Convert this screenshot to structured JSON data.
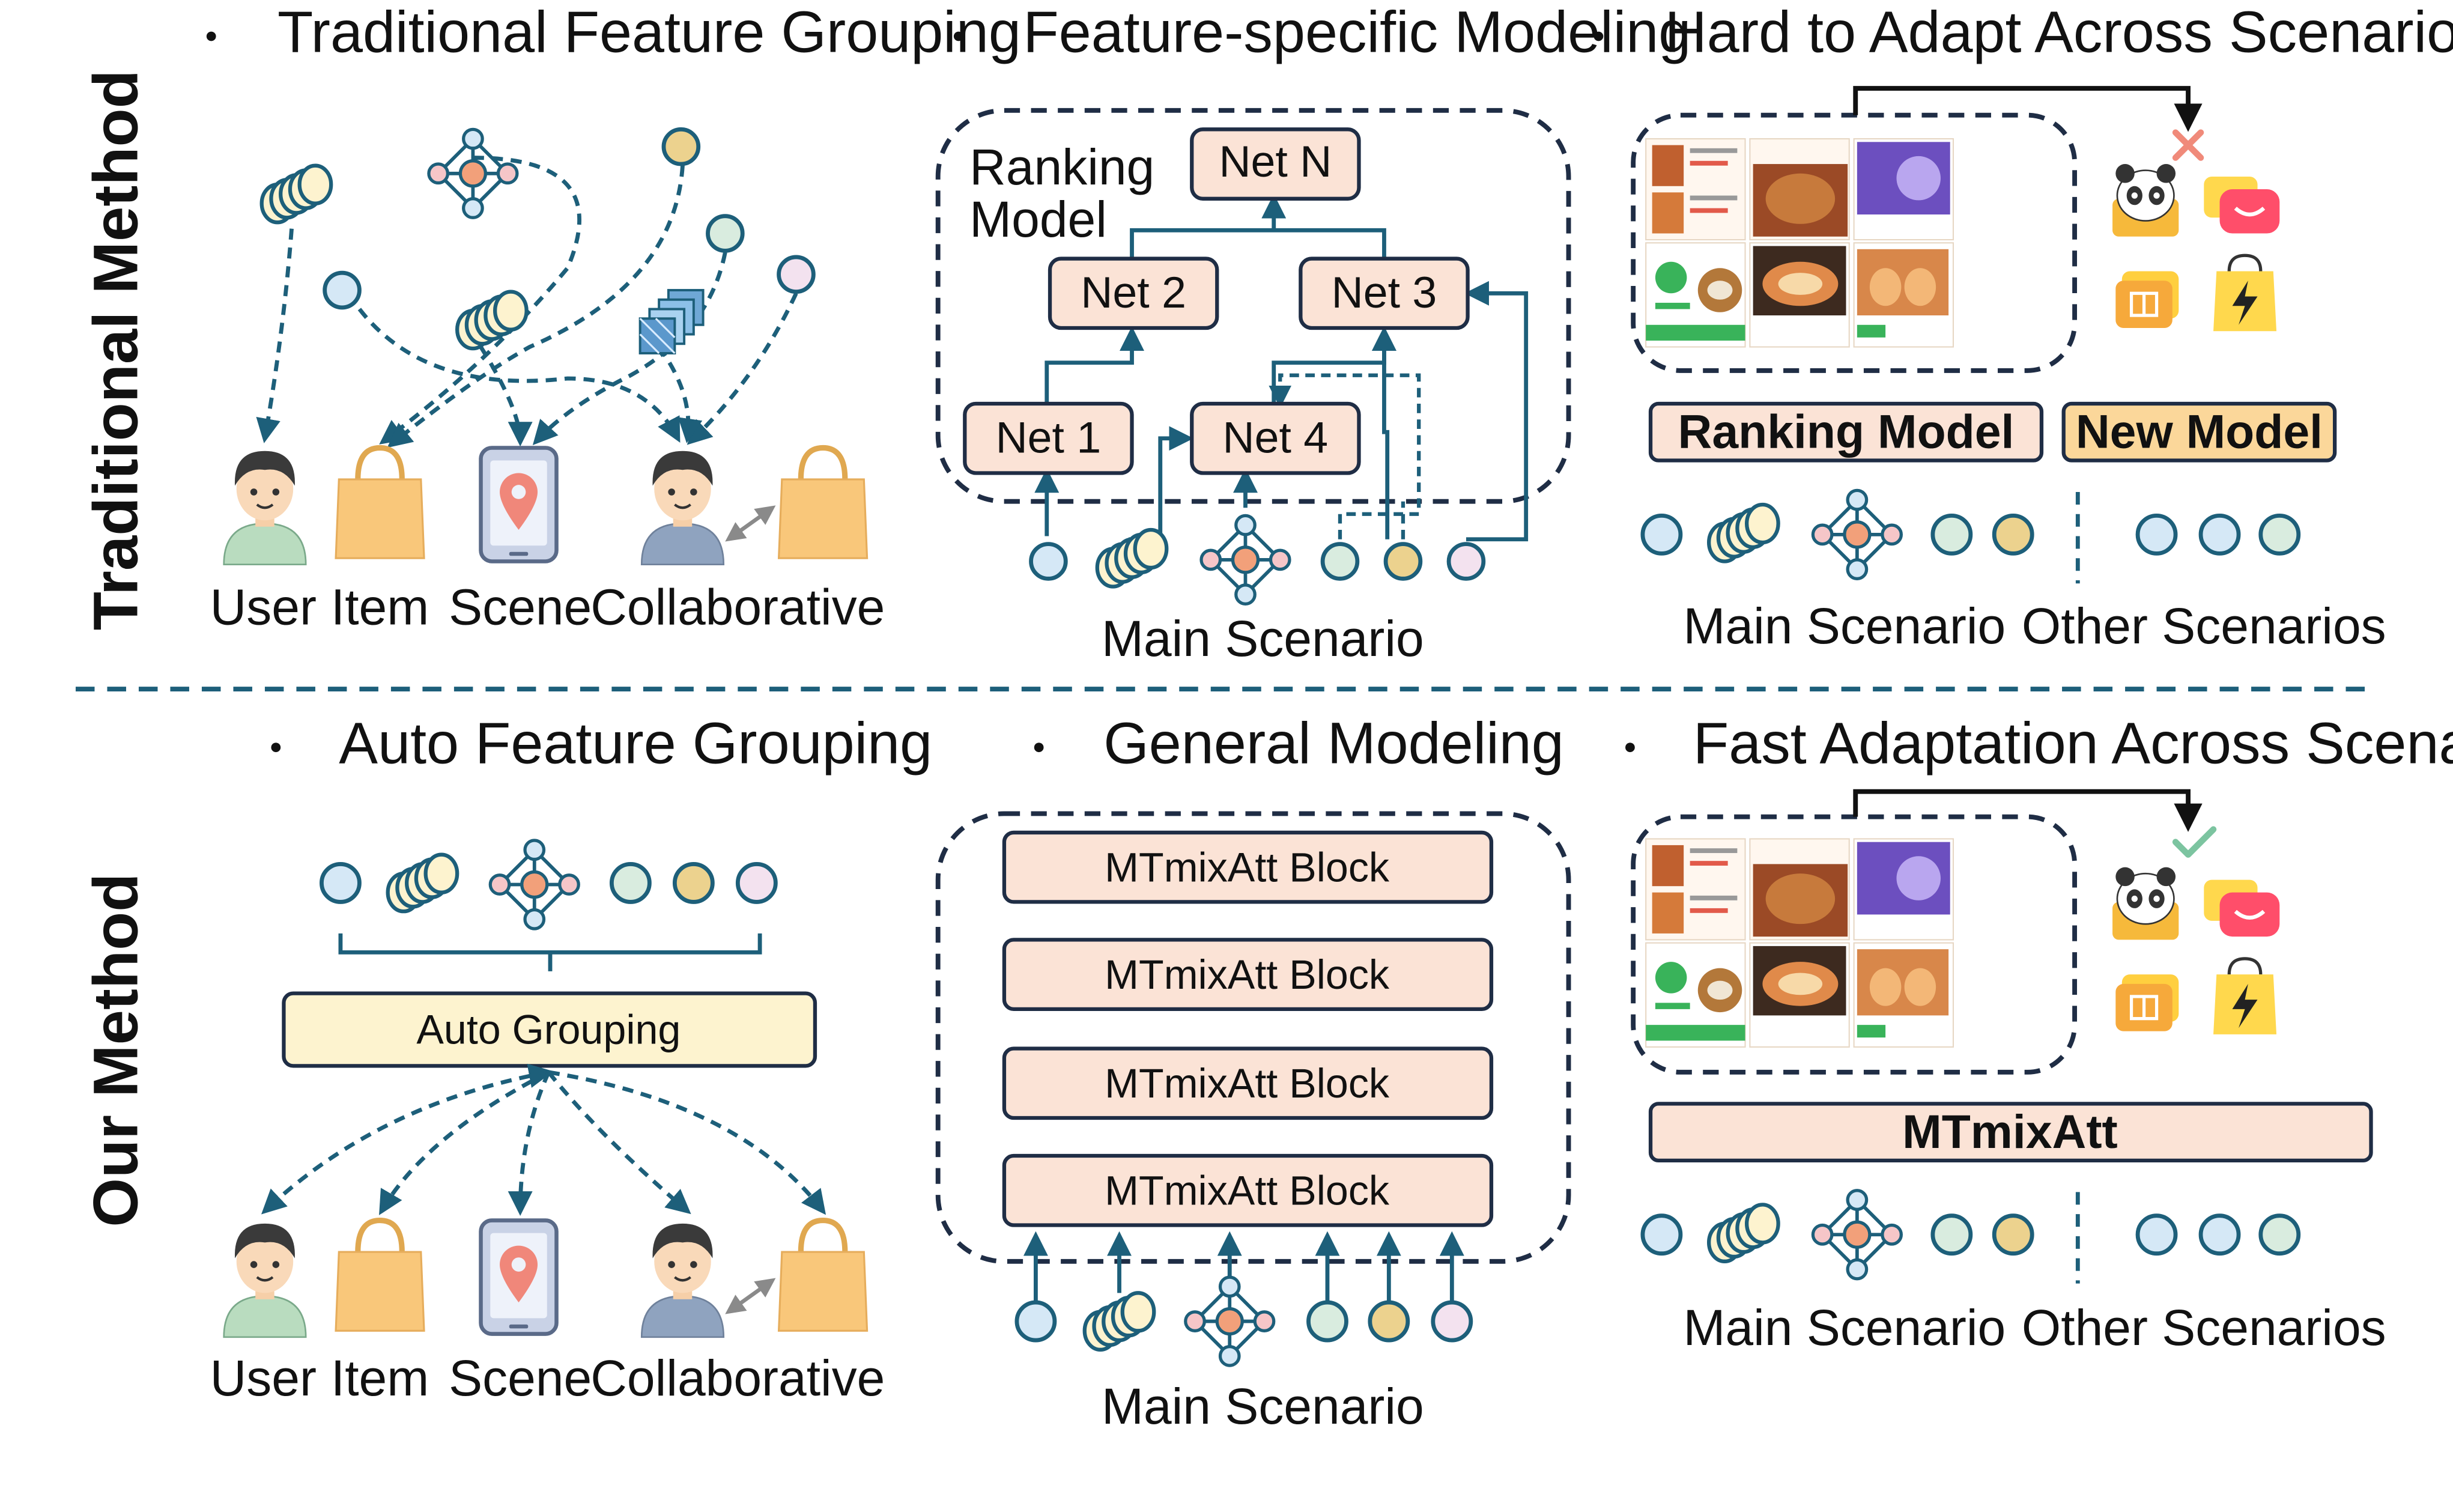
{
  "rows": {
    "traditional": "Traditional Method",
    "ours": "Our Method"
  },
  "traditional": {
    "col1": {
      "title": "Traditional Feature Grouping",
      "labels": [
        "User",
        "Item",
        "Scene",
        "Collaborative"
      ]
    },
    "col2": {
      "title": "Feature-specific Modeling",
      "model_line1": "Ranking",
      "model_line2": "Model",
      "nets": [
        "Net N",
        "Net 2",
        "Net 3",
        "Net 1",
        "Net 4"
      ],
      "scenario": "Main Scenario"
    },
    "col3": {
      "title": "Hard to Adapt Across Scenarios",
      "ranking_model": "Ranking Model",
      "new_model": "New Model",
      "main_scenario": "Main Scenario",
      "other_scenarios": "Other Scenarios"
    }
  },
  "ours": {
    "col1": {
      "title": "Auto Feature Grouping",
      "auto_grouping": "Auto Grouping",
      "labels": [
        "User",
        "Item",
        "Scene",
        "Collaborative"
      ]
    },
    "col2": {
      "title": "General Modeling",
      "blocks": [
        "MTmixAtt Block",
        "MTmixAtt Block",
        "MTmixAtt Block",
        "MTmixAtt Block"
      ],
      "scenario": "Main Scenario"
    },
    "col3": {
      "title": "Fast Adaptation Across Scenarios",
      "model": "MTmixAtt",
      "main_scenario": "Main Scenario",
      "other_scenarios": "Other Scenarios"
    }
  },
  "colors": {
    "navy": "#1f2d45",
    "teal_arrow": "#1d5f7a",
    "net_fill": "#fbe3d6",
    "grouping_fill": "#fdf3cf",
    "new_model_fill": "#fbd79a",
    "circle_blue": "#d5e8f6",
    "circle_green": "#d9ecdf",
    "circle_gold": "#ecd28e",
    "circle_pink": "#f3e2ef",
    "bag": "#f9c77a",
    "cross": "#f08a7a",
    "check": "#7cc4a0"
  },
  "icons": [
    "bullet-icon",
    "feature-circle-icon",
    "embedding-stack-icon",
    "graph-network-icon",
    "cube-stack-icon",
    "user-avatar-icon",
    "shopping-bag-icon",
    "phone-location-icon",
    "collaborative-user-icon",
    "panda-app-icon",
    "chat-app-icon",
    "group-app-icon",
    "lightning-bag-icon",
    "cross-mark-icon",
    "check-mark-icon"
  ]
}
